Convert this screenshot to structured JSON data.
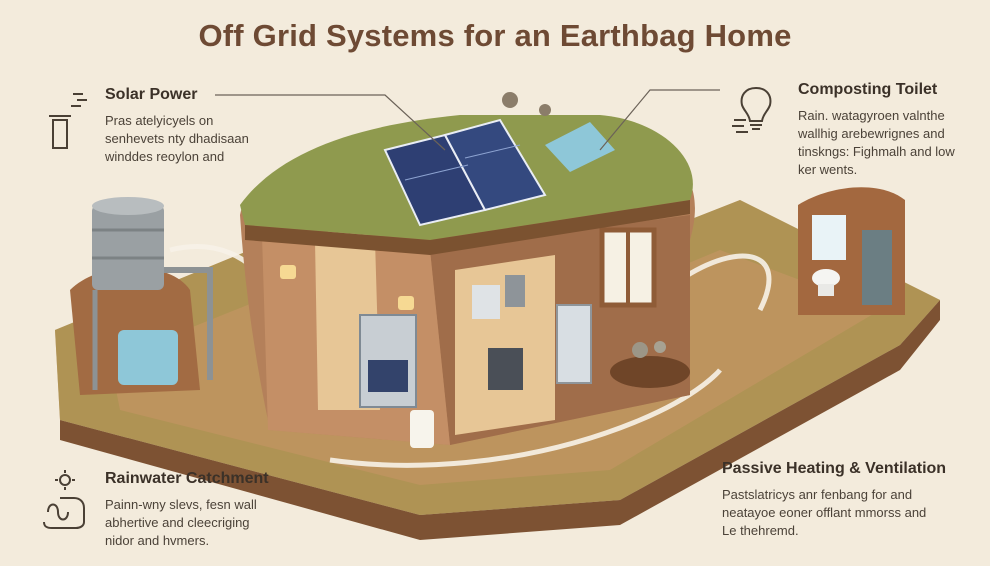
{
  "title": "Off Grid Systems for an Earthbag Home",
  "sections": {
    "solar": {
      "heading": "Solar Power",
      "body": "Pras atelyicyels on\nsenhevets nty dhadisaan\nwinddes reoylon and",
      "icon": "solar-panel-icon"
    },
    "toilet": {
      "heading": "Composting Toilet",
      "body": "Rain. watagyroen valnthe\nwallhig arebewrignes and\ntinskngs: Fighmalh and low\nker wents.",
      "icon": "lightbulb-icon"
    },
    "rain": {
      "heading": "Rainwater Catchment",
      "body": "Painn-wny slevs, fesn wall\nabhertive and cleecriging\nnidor and hvmers.",
      "icon": "sun-icon"
    },
    "heat": {
      "heading": "Passive Heating & Ventilation",
      "body": "Pastslatricys anr fenbang for and\nneatayoe eoner offlant mmorss and\nLe thehremd.",
      "icon": "airflow-icon"
    }
  },
  "colors": {
    "background": "#f3ebdc",
    "title": "#6e4a34",
    "earth": "#b9825a",
    "roof_grass": "#8f9a4e",
    "solar_blue": "#2e3f73"
  }
}
